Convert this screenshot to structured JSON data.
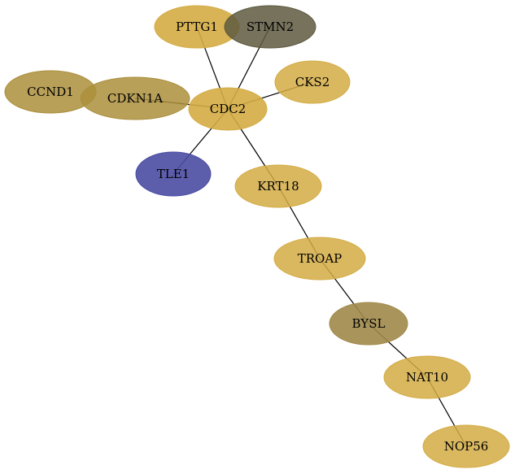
{
  "graph": {
    "nodes": [
      {
        "id": "PTTG1",
        "label": "PTTG1",
        "color": "#d4ac44",
        "opacity": 0.9
      },
      {
        "id": "STMN2",
        "label": "STMN2",
        "color": "#5e593f",
        "opacity": 0.85
      },
      {
        "id": "CCND1",
        "label": "CCND1",
        "color": "#ab8f3c",
        "opacity": 0.85
      },
      {
        "id": "CDKN1A",
        "label": "CDKN1A",
        "color": "#ab8f3c",
        "opacity": 0.85
      },
      {
        "id": "CKS2",
        "label": "CKS2",
        "color": "#d4ac44",
        "opacity": 0.85
      },
      {
        "id": "CDC2",
        "label": "CDC2",
        "color": "#d4ac44",
        "opacity": 0.9
      },
      {
        "id": "TLE1",
        "label": "TLE1",
        "color": "#4a4ca3",
        "opacity": 0.9
      },
      {
        "id": "KRT18",
        "label": "KRT18",
        "color": "#d4ac44",
        "opacity": 0.85
      },
      {
        "id": "TROAP",
        "label": "TROAP",
        "color": "#d4ac44",
        "opacity": 0.85
      },
      {
        "id": "BYSL",
        "label": "BYSL",
        "color": "#a08a4a",
        "opacity": 0.9
      },
      {
        "id": "NAT10",
        "label": "NAT10",
        "color": "#d4ac44",
        "opacity": 0.85
      },
      {
        "id": "NOP56",
        "label": "NOP56",
        "color": "#d4ac44",
        "opacity": 0.85
      }
    ],
    "edges": [
      {
        "source": "PTTG1",
        "target": "CDC2"
      },
      {
        "source": "STMN2",
        "target": "CDC2"
      },
      {
        "source": "CDKN1A",
        "target": "CDC2"
      },
      {
        "source": "CKS2",
        "target": "CDC2"
      },
      {
        "source": "CDC2",
        "target": "TLE1"
      },
      {
        "source": "CDC2",
        "target": "KRT18"
      },
      {
        "source": "KRT18",
        "target": "TROAP"
      },
      {
        "source": "TROAP",
        "target": "BYSL"
      },
      {
        "source": "BYSL",
        "target": "NAT10"
      },
      {
        "source": "NAT10",
        "target": "NOP56"
      }
    ]
  }
}
